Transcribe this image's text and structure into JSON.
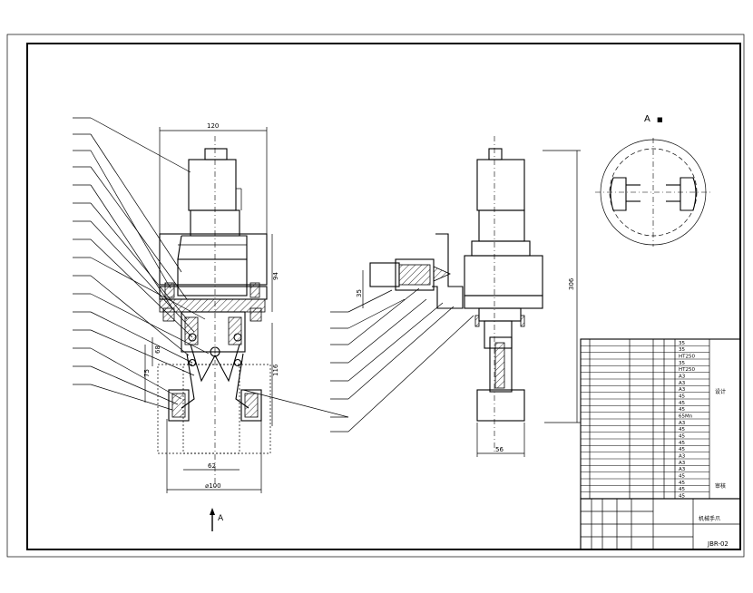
{
  "dimensions": {
    "front_width": "120",
    "front_height_upper": "94",
    "front_height_lower": "116",
    "front_small_a": "68",
    "front_small_b": "75",
    "front_slot_width": "62",
    "front_diameter": "⌀100",
    "side_total_height": "306",
    "side_bottom_width": "56",
    "side_pipe_height": "35"
  },
  "section_labels": {
    "section_arrow": "A",
    "detail_view": "A"
  },
  "title_block": {
    "drawing_name": "机械手爪",
    "drawing_number": "JBR-02",
    "approval": "审核",
    "design": "设计"
  },
  "parts_table": {
    "materials": [
      "35",
      "35",
      "HT250",
      "35",
      "HT250",
      "A3",
      "A3",
      "A3",
      "45",
      "45",
      "45",
      "65Mn",
      "A3",
      "45",
      "45",
      "45",
      "45",
      "A3",
      "A3",
      "A3",
      "45",
      "45",
      "45",
      "45"
    ]
  }
}
